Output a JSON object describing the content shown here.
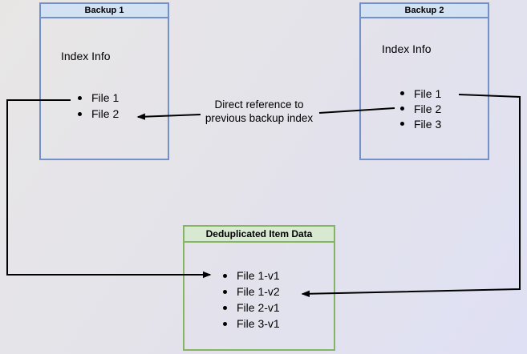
{
  "diagram": {
    "backup1": {
      "title": "Backup 1",
      "subtitle": "Index Info",
      "items": [
        "File 1",
        "File 2"
      ]
    },
    "backup2": {
      "title": "Backup 2",
      "subtitle": "Index Info",
      "items": [
        "File 1",
        "File 2",
        "File 3"
      ]
    },
    "dedup": {
      "title": "Deduplicated Item Data",
      "items": [
        "File 1-v1",
        "File 1-v2",
        "File 2-v1",
        "File 3-v1"
      ]
    },
    "edge_label": {
      "line1": "Direct reference to",
      "line2": "previous backup index"
    },
    "colors": {
      "backup_box_border": "#7490c8",
      "backup_header_fill": "#d2e2f3",
      "dedup_box_border": "#85b563",
      "dedup_header_fill": "#d7ead1",
      "arrow": "#000000",
      "background_start": "#e8e6e5",
      "background_end": "#dfe0f4"
    }
  }
}
